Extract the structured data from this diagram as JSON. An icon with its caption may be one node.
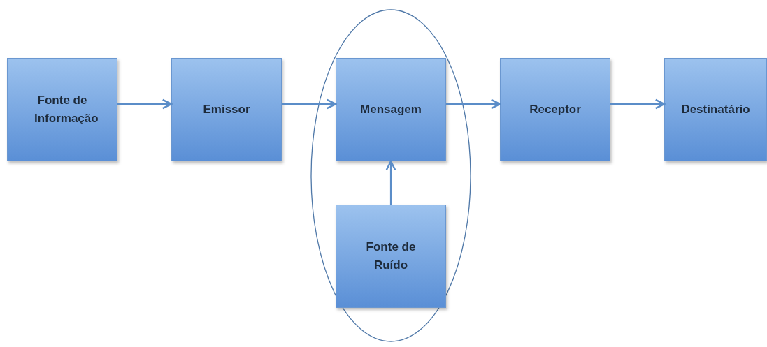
{
  "diagram": {
    "nodes": [
      {
        "text": [
          "Fonte de Informação"
        ]
      },
      {
        "text": [
          "Emissor"
        ]
      },
      {
        "text": [],
        "shape": "ellipse"
      },
      {
        "text": [
          "Mensagem"
        ],
        "in": 2
      },
      {
        "text": [
          "Fonte de Ruído"
        ],
        "in": 2
      },
      {
        "text": [
          "Receptor"
        ]
      },
      {
        "text": [
          "Destinatário"
        ]
      }
    ],
    "edges": [
      {
        "from": 0,
        "to": 1,
        "arrow": "to"
      },
      {
        "from": 1,
        "to": 3,
        "arrow": "to"
      },
      {
        "from": 3,
        "to": 5,
        "arrow": "to"
      },
      {
        "from": 5,
        "to": 6,
        "arrow": "to"
      },
      {
        "from": 4,
        "to": 3,
        "arrow": "to"
      }
    ]
  }
}
